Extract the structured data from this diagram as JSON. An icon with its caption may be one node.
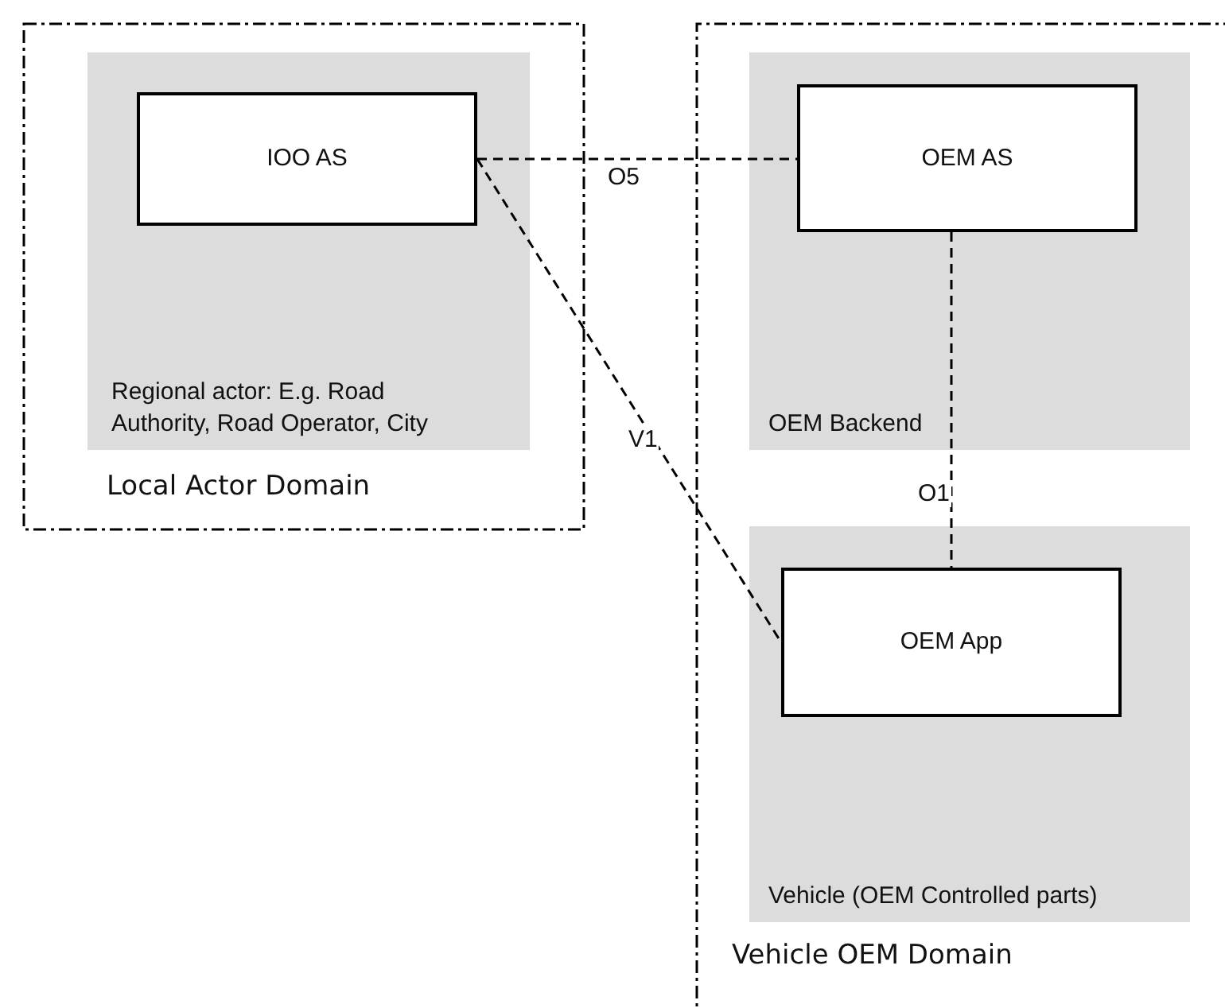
{
  "diagram": {
    "nodes": [
      {
        "text": [
          "Local Actor Domain"
        ]
      },
      {
        "text": [
          "Regional actor: E.g. Road Authority, Road Operator, City"
        ],
        "in": 0
      },
      {
        "text": [
          "IOO AS"
        ],
        "in": 1
      },
      {
        "text": [
          "Vehicle OEM Domain"
        ]
      },
      {
        "text": [
          "OEM Backend"
        ],
        "in": 3
      },
      {
        "text": [
          "OEM AS"
        ],
        "in": 4
      },
      {
        "text": [
          "Vehicle (OEM Controlled parts)"
        ],
        "in": 3
      },
      {
        "text": [
          "OEM App"
        ],
        "in": 6
      }
    ],
    "edges": [
      {
        "from": 2,
        "to": 5,
        "arrow": "none",
        "label": "O5",
        "style": "dashed"
      },
      {
        "from": 5,
        "to": 7,
        "arrow": "none",
        "label": "O1",
        "style": "dashed"
      },
      {
        "from": 2,
        "to": 7,
        "arrow": "none",
        "label": "V1",
        "style": "dashed"
      }
    ]
  }
}
